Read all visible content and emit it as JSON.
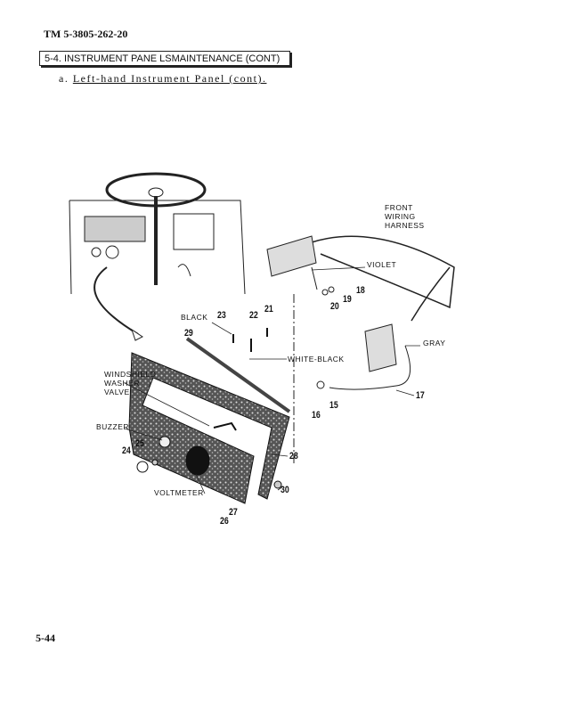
{
  "header": {
    "doc_id": "TM 5-3805-262-20"
  },
  "section": {
    "title": "5-4. INSTRUMENT PANE LSMAINTENANCE (CONT)"
  },
  "subsection": {
    "prefix": "a.",
    "title": "Left-hand Instrument Panel (cont)."
  },
  "figure": {
    "labels": {
      "front_wiring_harness": "FRONT WIRING HARNESS",
      "violet": "VIOLET",
      "black": "BLACK",
      "white_black": "WHITE-BLACK",
      "gray": "GRAY",
      "windshield_washer_valve": "WINDSHIELD WASHER VALVE",
      "buzzer": "BUZZER",
      "voltmeter": "VOLTMETER"
    },
    "callouts": [
      "15",
      "16",
      "17",
      "18",
      "19",
      "20",
      "21",
      "22",
      "23",
      "24",
      "25",
      "26",
      "27",
      "28",
      "29",
      "30"
    ]
  },
  "footer": {
    "page_number": "5-44"
  }
}
